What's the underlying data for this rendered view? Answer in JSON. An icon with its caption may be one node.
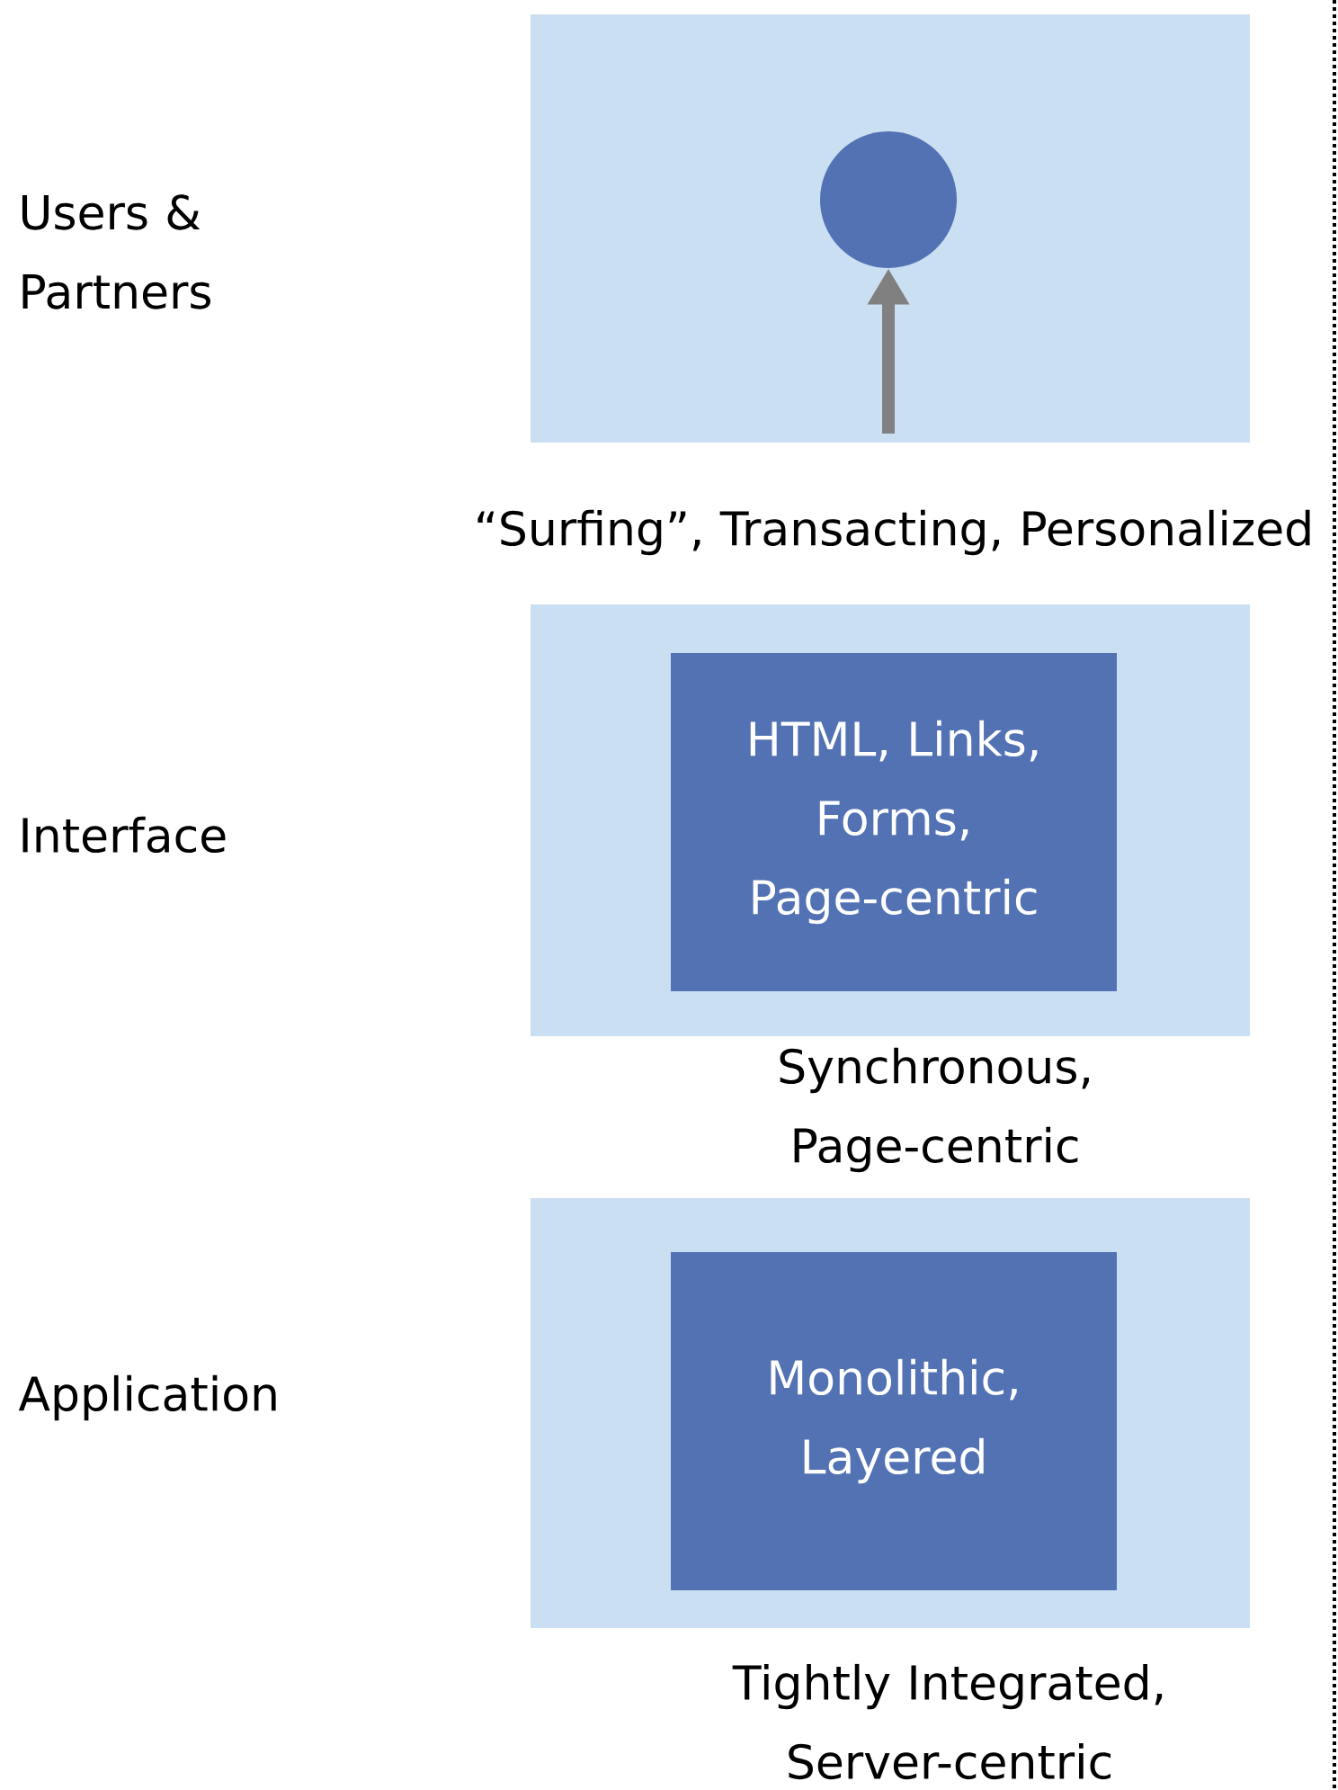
{
  "diagram": {
    "nodes": [
      {
        "text": [],
        "shape": "box",
        "beside": [
          "“Surfing”, Transacting, Personalized"
        ]
      },
      {
        "text": [],
        "shape": "circle",
        "in": 0
      },
      {
        "text": [],
        "shape": "box",
        "beside": [
          "Synchronous, Page-centric"
        ]
      },
      {
        "text": [
          "HTML, Links, Forms, Page-centric"
        ],
        "in": 2
      },
      {
        "text": [],
        "shape": "box",
        "beside": [
          "Tightly Integrated, Server-centric"
        ]
      },
      {
        "text": [
          "Monolithic, Layered"
        ],
        "in": 4
      }
    ],
    "edges": [
      {
        "from": null,
        "to": 1,
        "arrow": "to"
      }
    ],
    "labels": [
      "Users & Partners",
      "Interface",
      "Application"
    ]
  }
}
